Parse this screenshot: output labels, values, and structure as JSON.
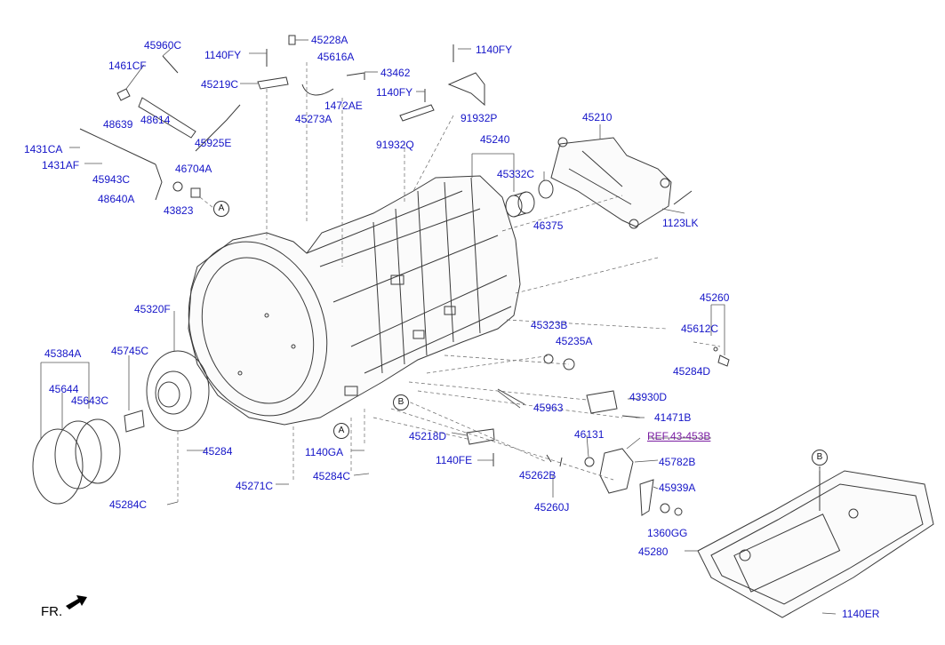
{
  "orientation_label": "FR.",
  "reference_label": "REF.43-453B",
  "view_markers": [
    "A",
    "B"
  ],
  "parts": [
    "45960C",
    "1461CF",
    "48639",
    "48614",
    "1431CA",
    "1431AF",
    "45943C",
    "46704A",
    "48640A",
    "43823",
    "1140FY",
    "45228A",
    "45616A",
    "43462",
    "45219C",
    "1472AE",
    "45273A",
    "45925E",
    "1140FY",
    "1140FY",
    "91932P",
    "91932Q",
    "45210",
    "45240",
    "45332C",
    "46375",
    "1123LK",
    "45320F",
    "45745C",
    "45384A",
    "45644",
    "45643C",
    "45284",
    "45284C",
    "45271C",
    "1140GA",
    "45284C",
    "45260",
    "45612C",
    "45284D",
    "45323B",
    "45235A",
    "43930D",
    "41471B",
    "45963",
    "45218D",
    "1140FE",
    "46131",
    "45782B",
    "45262B",
    "45260J",
    "45939A",
    "1360GG",
    "45280",
    "1140ER"
  ]
}
